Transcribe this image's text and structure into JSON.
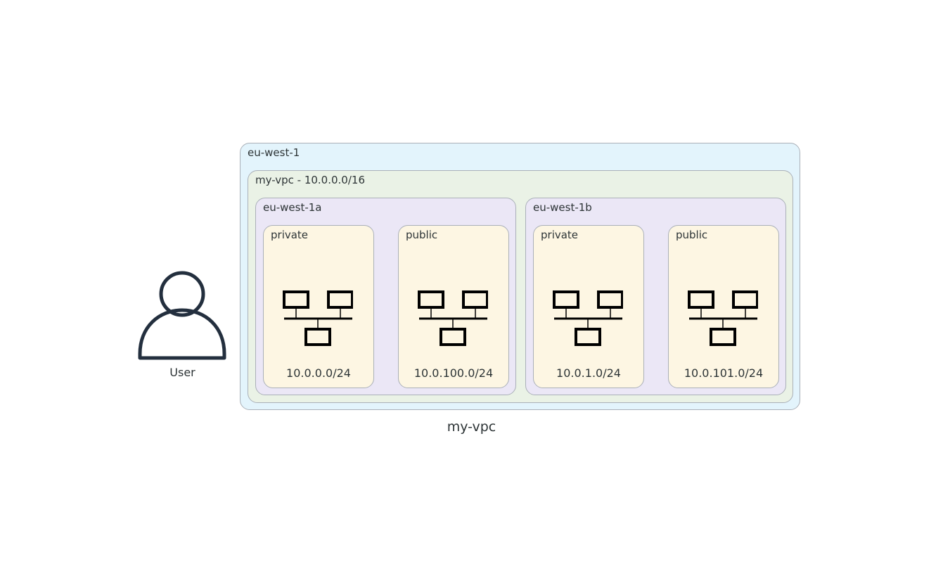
{
  "title": "my-vpc",
  "user": {
    "label": "User",
    "icon": "user-icon"
  },
  "region": {
    "label": "eu-west-1",
    "vpc": {
      "label": "my-vpc - 10.0.0.0/16",
      "availability_zones": [
        {
          "label": "eu-west-1a",
          "subnets": [
            {
              "type": "private",
              "cidr": "10.0.0.0/24",
              "icon": "network-icon"
            },
            {
              "type": "public",
              "cidr": "10.0.100.0/24",
              "icon": "network-icon"
            }
          ]
        },
        {
          "label": "eu-west-1b",
          "subnets": [
            {
              "type": "private",
              "cidr": "10.0.1.0/24",
              "icon": "network-icon"
            },
            {
              "type": "public",
              "cidr": "10.0.101.0/24",
              "icon": "network-icon"
            }
          ]
        }
      ]
    }
  },
  "colors": {
    "region_fill": "#e3f4fc",
    "vpc_fill": "#eaf2e6",
    "az_fill": "#ebe7f6",
    "subnet_fill": "#fdf6e3",
    "border": "#aab0b8",
    "user_stroke": "#232f3e"
  }
}
